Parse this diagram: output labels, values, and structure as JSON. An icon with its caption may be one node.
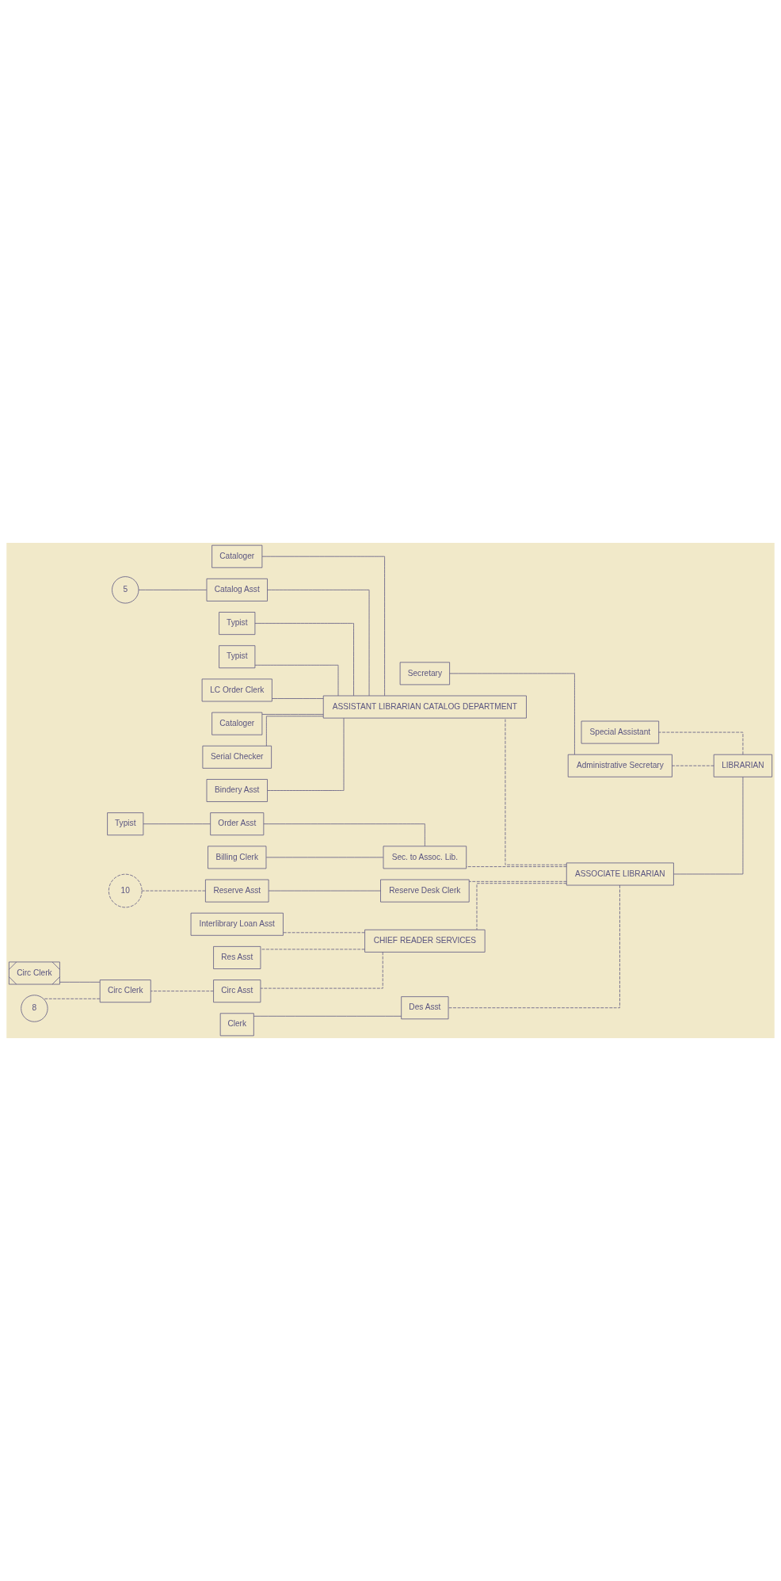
{
  "diagram": {
    "nodes": [
      {
        "text": [
          "LIBRARIAN"
        ]
      },
      {
        "text": [
          "Special Assistant"
        ]
      },
      {
        "text": [
          "Administrative Secretary"
        ]
      },
      {
        "text": [
          "Secretary"
        ]
      },
      {
        "text": [
          "ASSOCIATE LIBRARIAN"
        ]
      },
      {
        "text": [
          "ASSISTANT LIBRARIAN CATALOG DEPARTMENT"
        ]
      },
      {
        "text": [
          "Cataloger"
        ]
      },
      {
        "text": [
          "Catalog Asst"
        ]
      },
      {
        "text": [
          "5"
        ]
      },
      {
        "text": [
          "Typist"
        ]
      },
      {
        "text": [
          "Typist"
        ]
      },
      {
        "text": [
          "LC Order Clerk"
        ]
      },
      {
        "text": [
          "Cataloger"
        ]
      },
      {
        "text": [
          "Serial Checker"
        ]
      },
      {
        "text": [
          "Bindery Asst"
        ]
      },
      {
        "text": [
          "Sec. to Assoc. Lib."
        ]
      },
      {
        "text": [
          "Order Asst"
        ]
      },
      {
        "text": [
          "Typist"
        ]
      },
      {
        "text": [
          "Billing Clerk"
        ]
      },
      {
        "text": [
          "Reserve Desk Clerk"
        ]
      },
      {
        "text": [
          "Reserve Asst"
        ]
      },
      {
        "text": [
          "10"
        ]
      },
      {
        "text": [
          "CHIEF READER SERVICES"
        ]
      },
      {
        "text": [
          "Interlibrary Loan Asst"
        ]
      },
      {
        "text": [
          "Res Asst"
        ]
      },
      {
        "text": [
          "Circ Asst"
        ]
      },
      {
        "text": [
          "Circ Clerk"
        ]
      },
      {
        "text": [
          "Circ Clerk"
        ]
      },
      {
        "text": [
          "8"
        ]
      },
      {
        "text": [
          "Des Asst"
        ]
      },
      {
        "text": [
          "Clerk"
        ]
      }
    ],
    "edges": [
      {
        "from": 0,
        "to": 1,
        "arrow": "none",
        "style": "dashed"
      },
      {
        "from": 0,
        "to": 2,
        "arrow": "none",
        "style": "dashed"
      },
      {
        "from": 2,
        "to": 3,
        "arrow": "none"
      },
      {
        "from": 0,
        "to": 4,
        "arrow": "none"
      },
      {
        "from": 4,
        "to": 5,
        "arrow": "none",
        "style": "dashed"
      },
      {
        "from": 5,
        "to": 6,
        "arrow": "none"
      },
      {
        "from": 5,
        "to": 7,
        "arrow": "none"
      },
      {
        "from": 7,
        "to": 8,
        "arrow": "none"
      },
      {
        "from": 5,
        "to": 9,
        "arrow": "none"
      },
      {
        "from": 5,
        "to": 10,
        "arrow": "none"
      },
      {
        "from": 5,
        "to": 11,
        "arrow": "none"
      },
      {
        "from": 5,
        "to": 12,
        "arrow": "none"
      },
      {
        "from": 5,
        "to": 13,
        "arrow": "none"
      },
      {
        "from": 5,
        "to": 14,
        "arrow": "none"
      },
      {
        "from": 4,
        "to": 15,
        "arrow": "none",
        "style": "dashed"
      },
      {
        "from": 15,
        "to": 16,
        "arrow": "none"
      },
      {
        "from": 15,
        "to": 18,
        "arrow": "none"
      },
      {
        "from": 16,
        "to": 17,
        "arrow": "none"
      },
      {
        "from": 4,
        "to": 19,
        "arrow": "none",
        "style": "dashed"
      },
      {
        "from": 19,
        "to": 20,
        "arrow": "none"
      },
      {
        "from": 20,
        "to": 21,
        "arrow": "none",
        "style": "dashed"
      },
      {
        "from": 4,
        "to": 22,
        "arrow": "none",
        "style": "dashed"
      },
      {
        "from": 22,
        "to": 23,
        "arrow": "none",
        "style": "dashed"
      },
      {
        "from": 22,
        "to": 24,
        "arrow": "none",
        "style": "dashed"
      },
      {
        "from": 22,
        "to": 25,
        "arrow": "none",
        "style": "dashed"
      },
      {
        "from": 25,
        "to": 26,
        "arrow": "none",
        "style": "dashed"
      },
      {
        "from": 26,
        "to": 27,
        "arrow": "none"
      },
      {
        "from": 26,
        "to": 28,
        "arrow": "none",
        "style": "dashed"
      },
      {
        "from": 4,
        "to": 29,
        "arrow": "none",
        "style": "dashed"
      },
      {
        "from": 29,
        "to": 30,
        "arrow": "none"
      }
    ]
  }
}
